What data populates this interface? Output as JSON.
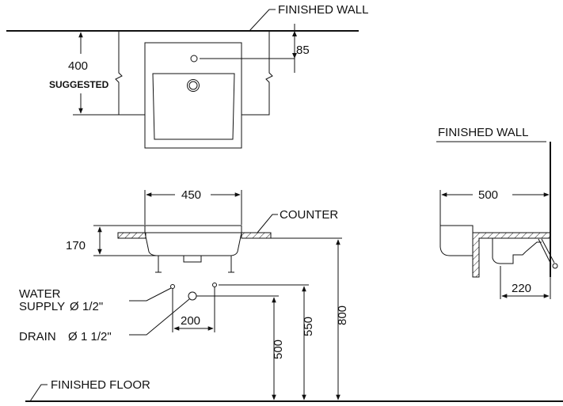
{
  "labels": {
    "finished_wall_top": "FINISHED  WALL",
    "finished_wall_side": "FINISHED  WALL",
    "finished_floor": "FINISHED  FLOOR",
    "counter": "COUNTER",
    "water_supply_1": "WATER",
    "water_supply_2": "SUPPLY",
    "water_supply_size": "1/2\"",
    "drain": "DRAIN",
    "drain_size": "1 1/2\"",
    "suggested": "SUGGESTED",
    "diameter_symbol": "Ø"
  },
  "dimensions": {
    "d400": "400",
    "d85": "85",
    "d450": "450",
    "d170": "170",
    "d200": "200",
    "d500_height": "500",
    "d550": "550",
    "d800": "800",
    "d500_depth": "500",
    "d220": "220"
  }
}
